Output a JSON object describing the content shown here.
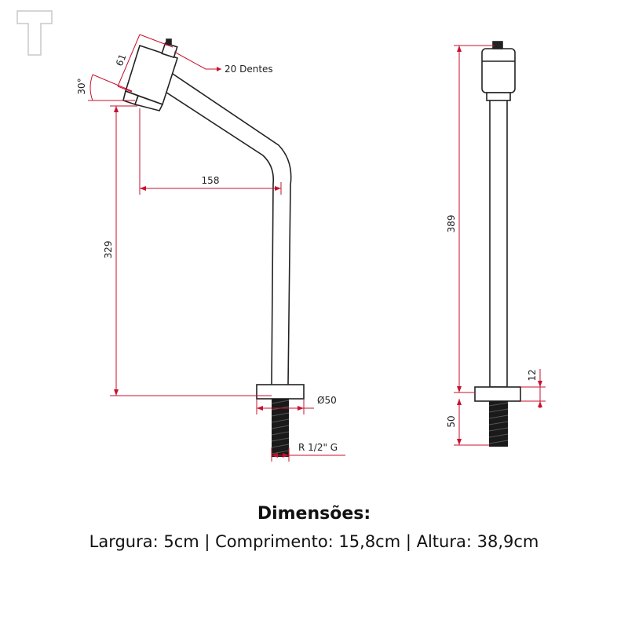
{
  "labels": {
    "teeth": "20 Dentes",
    "angle": "30°",
    "head_size": "61",
    "reach": "158",
    "side_height": "329",
    "total_height": "389",
    "base_diameter": "Ø50",
    "thread": "R 1/2\" G",
    "base_thickness": "12",
    "thread_length": "50"
  },
  "caption": {
    "title": "Dimensões:",
    "details": "Largura: 5cm | Comprimento: 15,8cm | Altura: 38,9cm"
  },
  "colors": {
    "dimension": "#c8102e",
    "outline": "#222222",
    "thread": "#1a1a1a"
  }
}
